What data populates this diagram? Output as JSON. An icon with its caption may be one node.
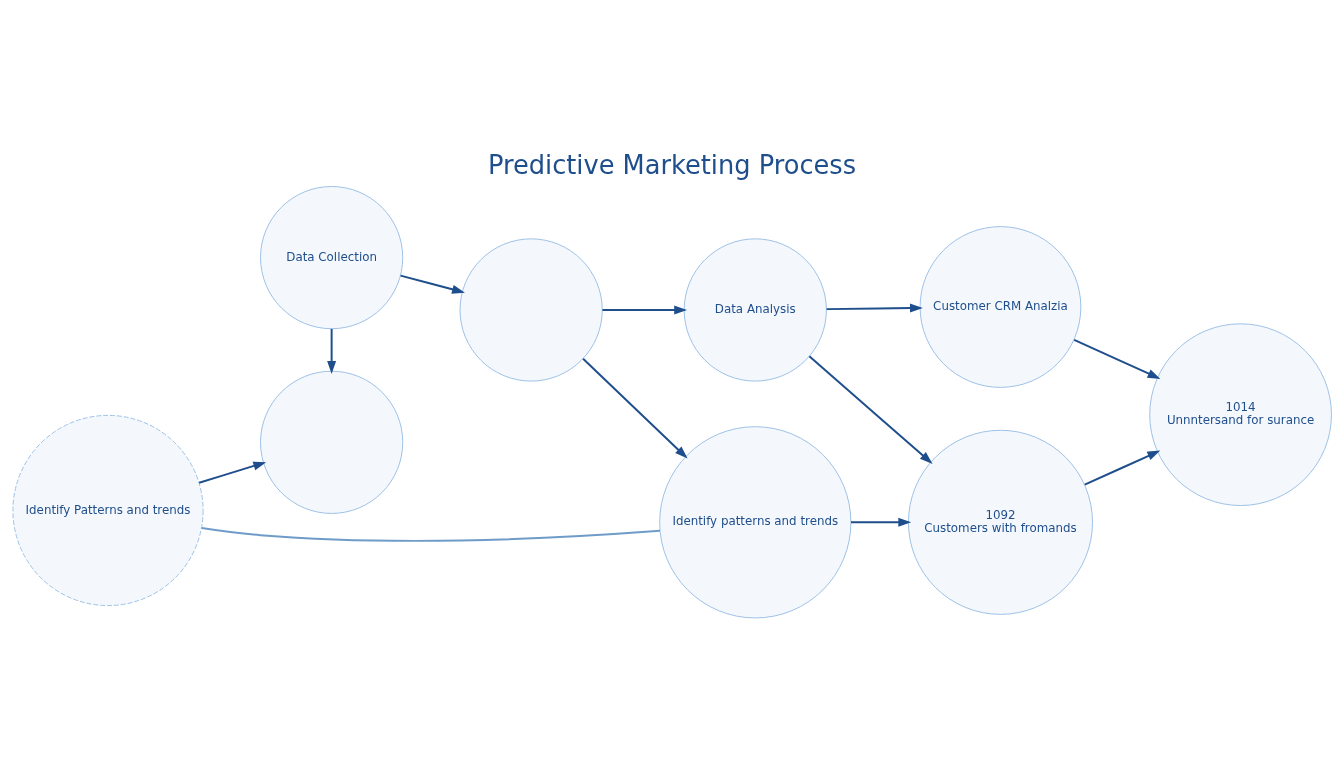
{
  "diagram": {
    "title": "Predictive Marketing Process",
    "nodes": [
      {
        "text": [
          "Data Collection"
        ]
      },
      {
        "text": [],
        "shape": "circle"
      },
      {
        "text": [
          "Data Analysis"
        ]
      },
      {
        "text": [
          "Customer CRM Analzia"
        ]
      },
      {
        "text": [],
        "shape": "circle"
      },
      {
        "text": [
          "Identify Patterns and trends"
        ]
      },
      {
        "text": [
          "Identify patterns and trends"
        ]
      },
      {
        "text": [
          "1092",
          "Customers with fromands"
        ]
      },
      {
        "text": [
          "1014",
          "Unnntersand for surance"
        ]
      }
    ],
    "edges": [
      {
        "from": 0,
        "to": 1,
        "arrow": "to"
      },
      {
        "from": 0,
        "to": 4,
        "arrow": "to"
      },
      {
        "from": 1,
        "to": 2,
        "arrow": "to"
      },
      {
        "from": 2,
        "to": 3,
        "arrow": "to"
      },
      {
        "from": 1,
        "to": 6,
        "arrow": "to"
      },
      {
        "from": 2,
        "to": 7,
        "arrow": "to"
      },
      {
        "from": 3,
        "to": 8,
        "arrow": "to"
      },
      {
        "from": 5,
        "to": 4,
        "arrow": "to"
      },
      {
        "from": 5,
        "to": 6,
        "arrow": "none",
        "color": "#6f9bc9"
      },
      {
        "from": 6,
        "to": 7,
        "arrow": "to"
      },
      {
        "from": 7,
        "to": 8,
        "arrow": "to"
      }
    ]
  }
}
